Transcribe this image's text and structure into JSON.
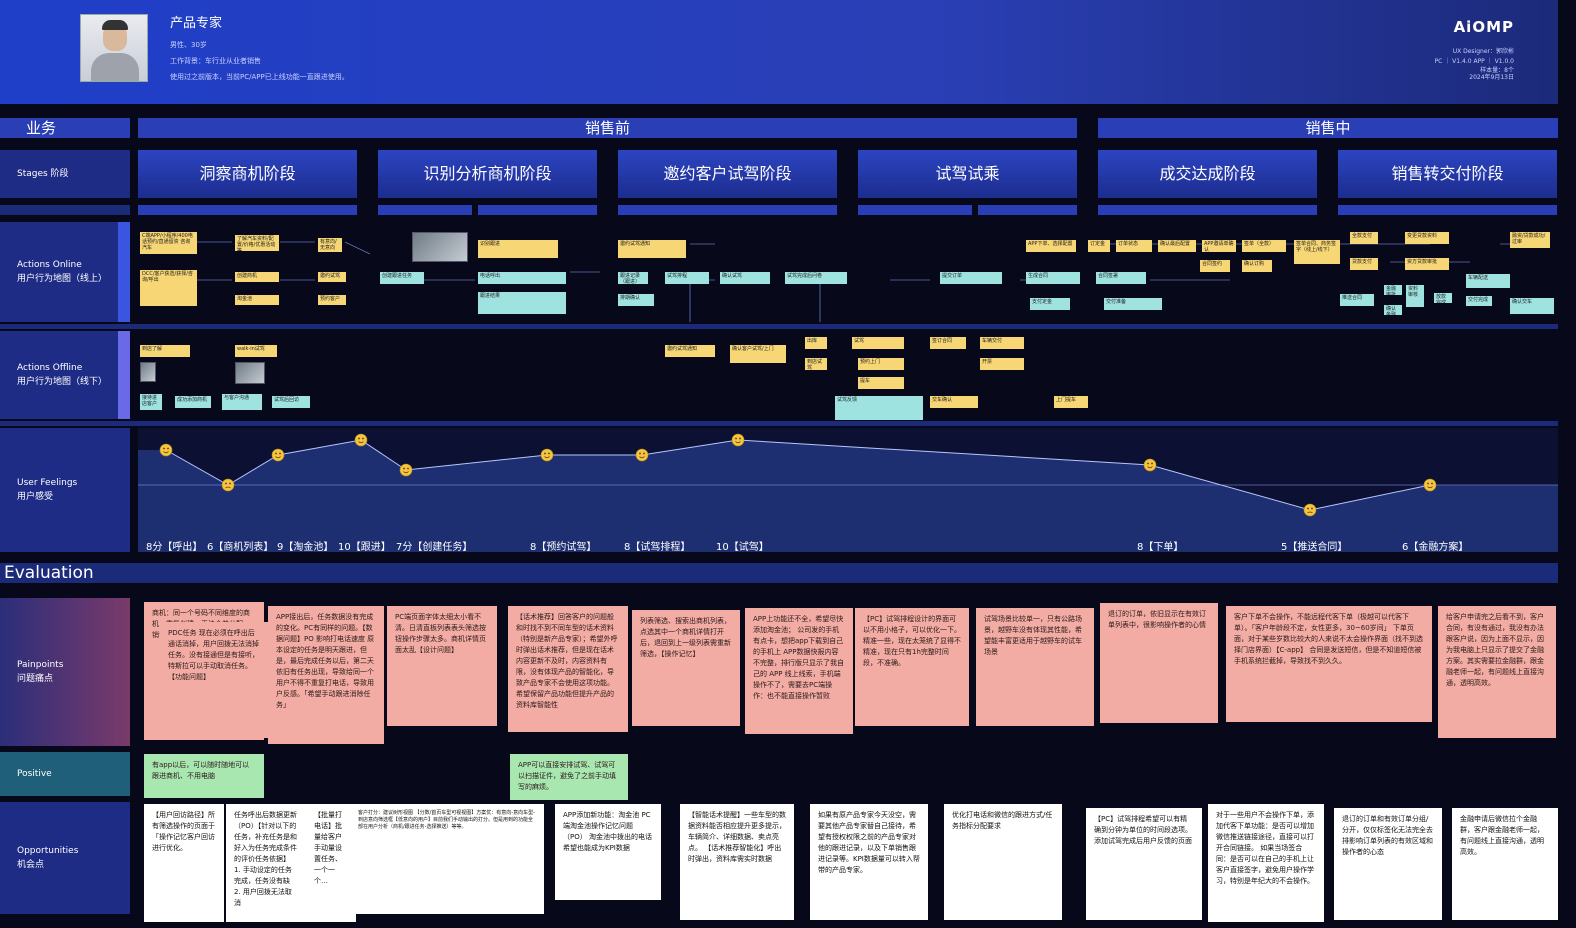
{
  "persona": {
    "name": "产品专家",
    "lines": [
      "男性、30岁",
      "工作背景：车行业从业者销售",
      "使用过之前版本，当前PC/APP已上线功能一直跟进使用。"
    ]
  },
  "brand": {
    "logo": "AiOMP",
    "designer": "UX Designer：郭欣彬",
    "versions": "PC ｜ V1.4.0      APP ｜ V1.0.0",
    "sample": "样本量：8个",
    "date": "2024年9月13日"
  },
  "phases": {
    "business": "业务",
    "pre_sale": "销售前",
    "in_sale": "销售中"
  },
  "rows": {
    "stages": "Stages 阶段",
    "online": [
      "Actions  Online",
      "用户行为地图（线上）"
    ],
    "offline": [
      "Actions  Offline",
      "用户行为地图（线下）"
    ],
    "feelings": [
      "User Feelings",
      "用户感受"
    ],
    "painpoints": [
      "Painpoints",
      "问题痛点"
    ],
    "positive": "Positive",
    "opportunities": [
      "Opportunities",
      "机会点"
    ]
  },
  "stages": [
    "洞察商机阶段",
    "识别分析商机阶段",
    "邀约客户试驾阶段",
    "试驾试乘",
    "成交达成阶段",
    "销售转交付阶段"
  ],
  "online_actions": {
    "yellow": [
      "C端APP/小程序/400电话预约/直通留资 咨询汽车",
      "了解汽车资料/配置/价格/优惠活动等",
      "有意向/无意向",
      "DCC/客户获选/获择/咨询/呼出",
      "创建商机",
      "淘金池",
      "邀约试驾",
      "预约客户",
      "识别跟进",
      "邀约试驾通知",
      "APP下单、选择配置",
      "订定金",
      "订单状态",
      "确认最后配置",
      "APP邀请单确认",
      "确认订购",
      "签单（全款）",
      "签单合同、商务签字（线上/线下）",
      "合同签约",
      "全款支付",
      "贷款支付",
      "变更贷款资料",
      "资方贷款审批",
      "融资/贷款成功/过审"
    ],
    "cyan": [
      "创建跟进任务",
      "电话呼出",
      "跟进结果",
      "跟进记录（跟进）",
      "排期确认",
      "试驾排程",
      "确认试驾",
      "试驾完成后问卷",
      "提交订单",
      "生成合同",
      "合同签署",
      "支付定金",
      "交付准备",
      "车辆配送",
      "交付完成",
      "推送合同",
      "金融审批",
      "确认金融方案",
      "资料审核",
      "放款完成",
      "确认交车"
    ]
  },
  "offline_actions": {
    "yellow": [
      "到店了解",
      "walk-in试驾",
      "接待进店客户",
      "成功添加商机",
      "与客户沟通",
      "邀约试驾通知",
      "确认客户试驾/上门",
      "出库",
      "到店试驾",
      "提车",
      "预约上门",
      "试驾",
      "签订合同",
      "车辆交付",
      "开票"
    ],
    "cyan": [
      "试驾后回访",
      "试驾反馈",
      "上门提车",
      "交车确认"
    ]
  },
  "scores": [
    "8分【呼出】",
    "6【商机列表】",
    "9【淘金池】",
    "10【跟进】",
    "7分【创建任务】",
    "8【预约试驾】",
    "8【试驾排程】",
    "10【试驾】",
    "8【下单】",
    "5【推送合同】",
    "6【金融方案】"
  ],
  "emojis": [
    "smile-emoji",
    "sad-emoji",
    "smile-emoji",
    "happy-emoji",
    "neutral-emoji",
    "smile-emoji",
    "smile-emoji",
    "happy-emoji",
    "smile-emoji",
    "sad-emoji",
    "neutral-emoji"
  ],
  "feelings_values": [
    9,
    5.5,
    8.5,
    10,
    7,
    8.5,
    8.5,
    10,
    7.5,
    3,
    5.5
  ],
  "evaluation": "Evaluation",
  "painpoints": [
    "商机：同一个号码不同维度的商机，重复创建，无法合并分配，销售之间打架。",
    "PDC任务 现在必须在呼出后通话消掉，用户回拨无法消掉任务。没有接通但是有接听，特斯拉可以手动取消任务。【功能问题】",
    "APP接出后，任务数据没有完成的变化。PC有同样的问题。【数据问题】PO 影响打电话速度\n原本设定的任务是明天跟进，但是，最后完成任务以后，第二天依旧有任务出现，导致给同一个用户不得不重复打电话，导致用户反感。「希望手动跟进消除任务」",
    "PC端页面字体太细太小看不清。日清直板列表表头筛选按钮操作步骤太多。商机详情页面太乱【设计问题】",
    "【话术推荐】回答客户的问题般和时找不到不同车型的话术资料（特别是新产品专家）；希望外呼时弹出话术推荐，但是现在话术内容更新不及时，内容资料有限，没有体现产品的智能化，导致产品专家不会使用这项功能。希望保留产品功能但提升产品的资料库智能性",
    "列表筛选、搜索出商机列表，点选其中一个商机详情打开后，退回到上一级列表需重新筛选，【操作记忆】",
    "APP上功能还不全，希望尽快添加淘金池；\n公司发的手机有点卡，想把app下载到自己的手机上\nAPP数据快报内容不完整，排行版只显示了我自己的\nAPP 线上线索，手机端操作不了，需要去PC端操作：也不能直接操作暂败",
    "【PC】试驾排程设计的界面可以不用小格子，可以优化一下。精准一些，现在太笼统了显得不精准，现在只有1h完整时间段，不准确。",
    "试驾场景比较单一，只有公路场景，越野车没有体现其性能，希望能丰富更适用于越野车的试车场景",
    "退订的订单，依旧显示在有效订单列表中，很影响操作者的心情",
    "客户下单不会操作，不能远程代客下单（极越可以代客下单）。「客户年龄段不定，女性更多，30~60岁间」\n下单页面，对于某些岁数比较大的人来说不太会操作界面（找不到选择门店界面）【C-app】\n合同是发送短信，但是不知道短信被手机系统拦截掉，导致找不到久久。",
    "给客户申请完之后看不到，客户合同，有没有通过，我没有办法跟客户说，因为上面不显示，因为我电脑上只显示了提交了金融方案。其实需要拉金融群，跟金融老师一起，有问题线上直接沟通，透明高效。"
  ],
  "positives": [
    "有app以后，可以随时随地可以跟进商机、不用电脑",
    "APP可以直接安排试驾、试驾可以扫描证件，避免了之前手动填写的麻烦。"
  ],
  "opportunities": [
    "【用户回访路径】所有筛选操作的页面于「操作记忆客户回访进行优化。",
    "任务呼出后数据更新（PO）【针对以下的任务，补充任务是和好入为任务完成条件的评价任务依据】\n1. 手动设定的任务完成，任务没有缺\n2. 用户回拨无法取消",
    "【批量打电话】批量给客户手动量设置任务、一个一个…",
    "客户打分：建议树形视图 【分数/首页车型可视视图】方案优：有意向-意向车型-到店意向筛选框【低意向的用户】目前我们手动输出的打分。但是用到的功能全部在用户分析（商机/跟进任务-选择推送）等等。",
    "APP添加新功能：淘金池\nPC端淘金池操作记忆问题（PO）\n淘金池中拨出的电话希望也能成为KPI数据",
    "【智能话术提醒】一些车型的数据资料能否相应提升更多提示，车辆简介、详细数据、卖点亮点。\n【话术推荐智能化】呼出时弹出，资料库需实时数据",
    "如果有原产品专家今天没空，需要其他产品专家替自己接待，希望有授权权限之前的产品专家对他的跟进记录，以及下单销售跟进记录等。KPI数据量可以转入帮带的产品专家。",
    "优化打电话和微信的跟进方式/任务指标分配要求",
    "【PC】试驾排程希望可以有精确到分钟为单位的时间段选项。\n添加试驾完成后用户反馈的页面",
    "对于一些用户不会操作下单，添加代客下单功能：是否可以增加微信推送链接途径，直接可以打开合同链接。\n如果当场签合同：是否可以在自己的手机上让客户直接签字，避免用户操作学习，特别是年纪大的不会操作。",
    "退订的订单和有效订单分组/分开，仅仅标签化无法完全去排影响订单列表的有效区域和操作者的心态",
    "金融申请后微信拉个金融群，客户跟金融老师一起，有问题线上直接沟通，透明高效。"
  ]
}
